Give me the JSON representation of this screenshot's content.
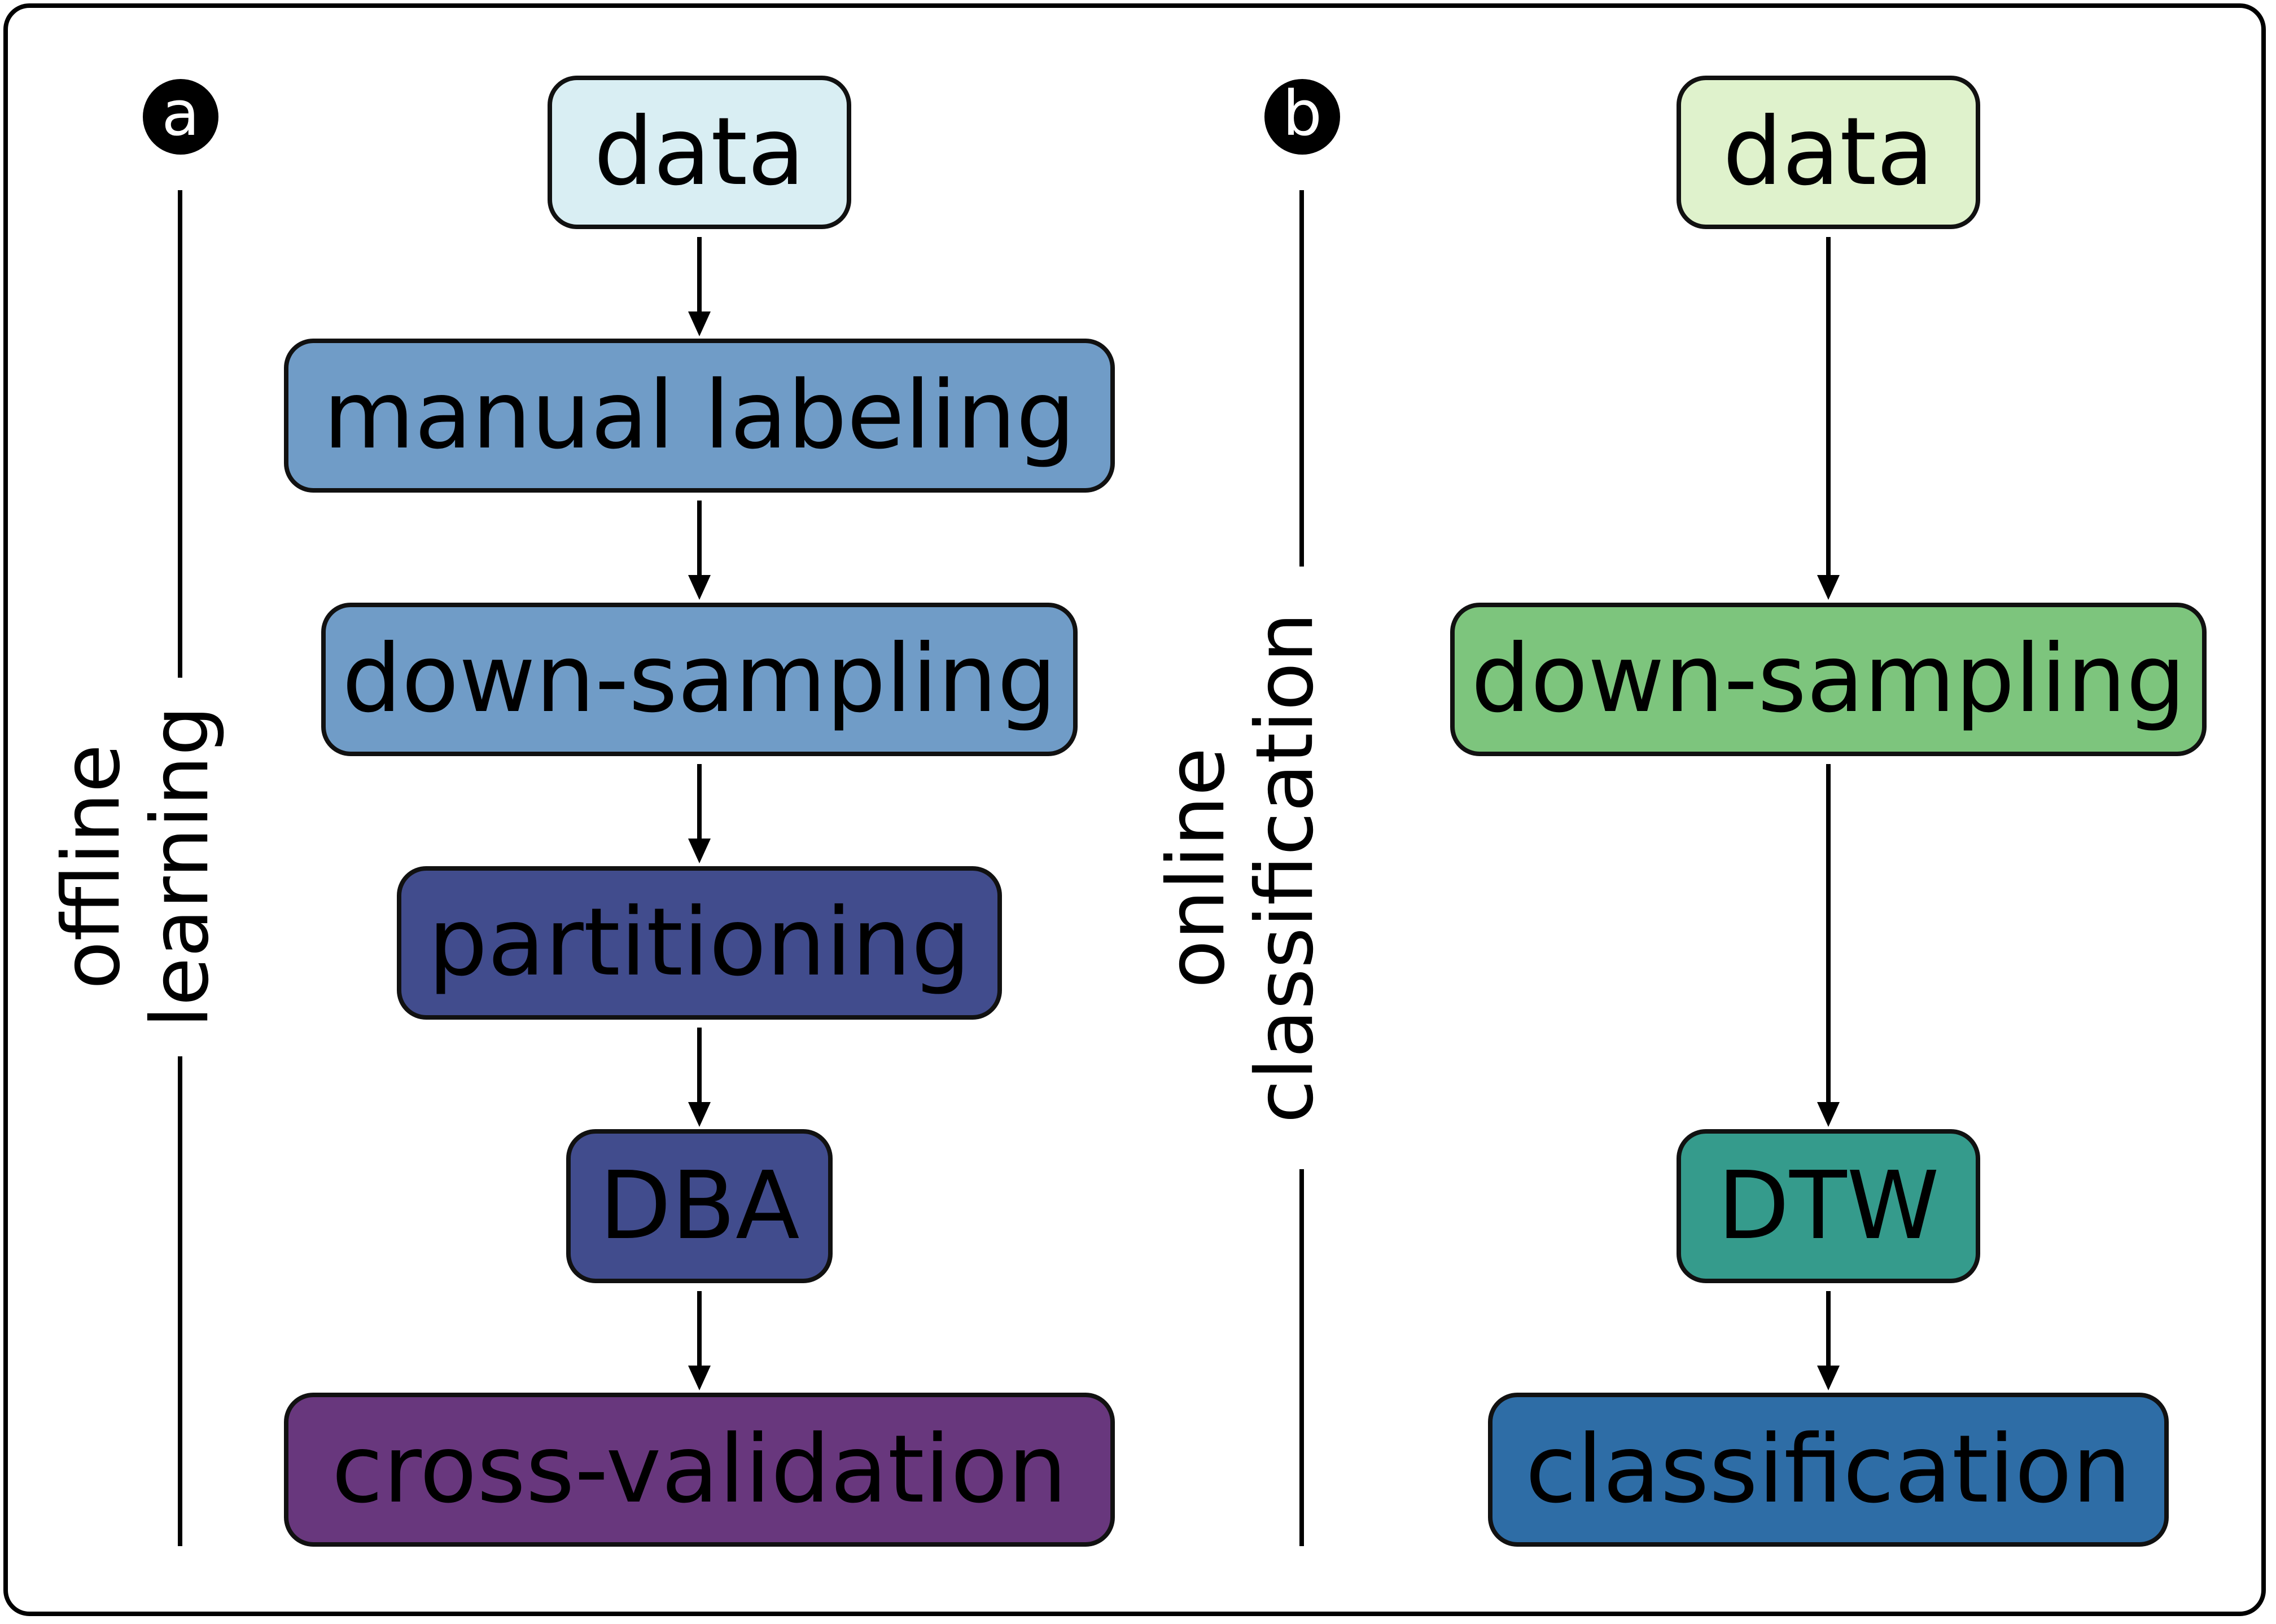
{
  "panel_a": {
    "badge": "a",
    "label_line1": "offline",
    "label_line2": "learning",
    "nodes": [
      {
        "label": "data",
        "color": "#d9eef3"
      },
      {
        "label": "manual labeling",
        "color": "#709cc7"
      },
      {
        "label": "down-sampling",
        "color": "#709cc7"
      },
      {
        "label": "partitioning",
        "color": "#414c8d"
      },
      {
        "label": "DBA",
        "color": "#414c8d"
      },
      {
        "label": "cross-validation",
        "color": "#68377d"
      }
    ]
  },
  "panel_b": {
    "badge": "b",
    "label_line1": "online",
    "label_line2": "classification",
    "nodes": [
      {
        "label": "data",
        "color": "#dff2cc"
      },
      {
        "label": "down-sampling",
        "color": "#7dc57d"
      },
      {
        "label": "DTW",
        "color": "#359b8c"
      },
      {
        "label": "classification",
        "color": "#2e6da6"
      }
    ]
  }
}
